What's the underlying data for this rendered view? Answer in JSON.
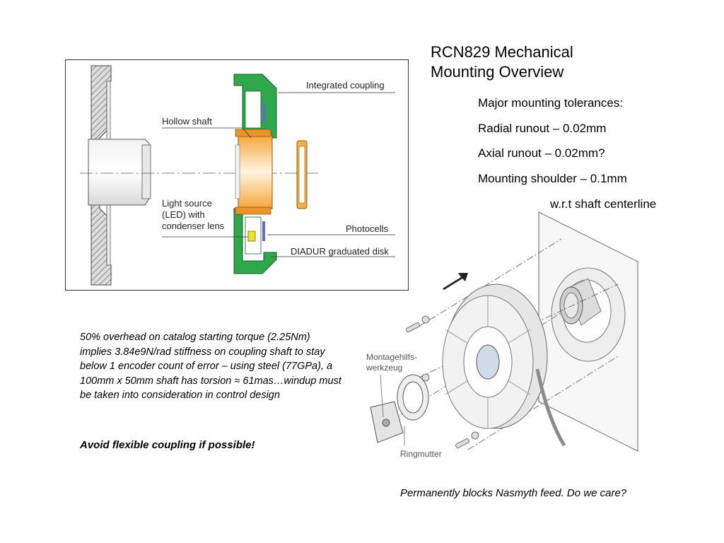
{
  "slide": {
    "title_line1": "RCN829 Mechanical",
    "title_line2": "Mounting Overview",
    "tolerances": {
      "heading": "Major mounting tolerances:",
      "radial": "Radial runout – 0.02mm",
      "axial": "Axial runout – 0.02mm?",
      "shoulder": "Mounting shoulder – 0.1mm",
      "shoulder_ref": "w.r.t shaft centerline"
    },
    "note_paragraph": "50% overhead on catalog starting torque (2.25Nm) implies 3.84e9N/rad stiffness on coupling shaft to stay below 1 encoder count of error – using steel (77GPa), a 100mm x 50mm shaft has torsion ≈ 61mas…windup must be taken into consideration in control design",
    "bold_note": "Avoid flexible coupling if possible!",
    "caption": "Permanently blocks Nasmyth feed. Do we care?"
  },
  "cross_section": {
    "labels": {
      "integrated_coupling": "Integrated coupling",
      "hollow_shaft": "Hollow shaft",
      "light_source_1": "Light source",
      "light_source_2": "(LED) with",
      "light_source_3": "condenser lens",
      "photocells": "Photocells",
      "diadur": "DIADUR graduated disk"
    },
    "colors": {
      "housing": "#2ea84a",
      "shaft": "#f6b04a",
      "coupling": "#e9942c",
      "hatch": "#555555"
    }
  },
  "assembly": {
    "labels": {
      "tool_1": "Montagehilfs-",
      "tool_2": "werkzeug",
      "ringmutter": "Ringmutter"
    }
  }
}
